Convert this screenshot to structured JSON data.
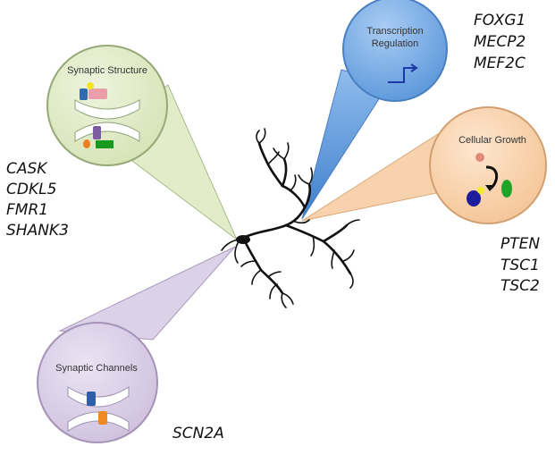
{
  "colors": {
    "structure_fill": "#e1ebc8",
    "structure_stroke": "#97a878",
    "transcription_fill": "#6fa8e4",
    "transcription_stroke": "#4a7fc0",
    "growth_fill": "#f9d3ae",
    "growth_stroke": "#d2a070",
    "channels_fill": "#dacfe6",
    "channels_stroke": "#a593b8",
    "neuron": "#111111"
  },
  "categories": {
    "structure": {
      "title": "Synaptic Structure",
      "genes": [
        "CASK",
        "CDKL5",
        "FMR1",
        "SHANK3"
      ],
      "icon": "synapse-structure-icon"
    },
    "transcription": {
      "title_lines": [
        "Transcription",
        "Regulation"
      ],
      "genes": [
        "FOXG1",
        "MECP2",
        "MEF2C"
      ],
      "icon": "transcription-start-arrow-icon"
    },
    "growth": {
      "title": "Cellular Growth",
      "genes": [
        "PTEN",
        "TSC1",
        "TSC2"
      ],
      "icon": "growth-signaling-icon"
    },
    "channels": {
      "title": "Synaptic Channels",
      "genes": [
        "SCN2A"
      ],
      "icon": "ion-channel-icon"
    }
  }
}
